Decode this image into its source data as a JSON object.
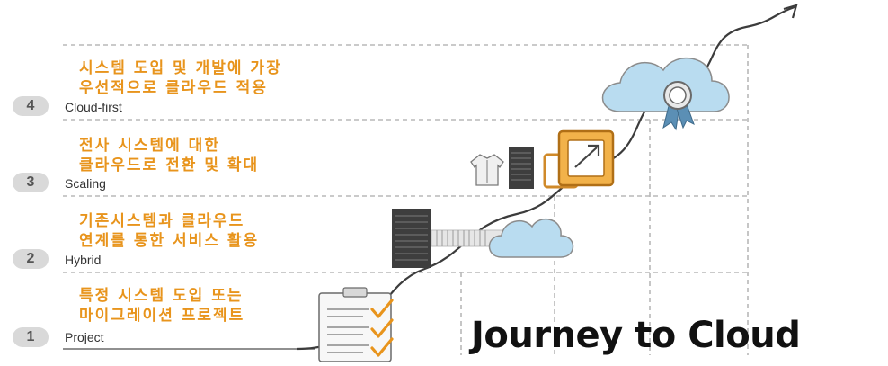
{
  "title": "Journey to Cloud",
  "stages": [
    {
      "number": "1",
      "name": "Project",
      "description": "특정 시스템 도입 또는\n마이그레이션 프로젝트"
    },
    {
      "number": "2",
      "name": "Hybrid",
      "description": "기존시스템과 클라우드\n연계를 통한 서비스 활용"
    },
    {
      "number": "3",
      "name": "Scaling",
      "description": "전사 시스템에 대한\n클라우드로 전환 및 확대"
    },
    {
      "number": "4",
      "name": "Cloud-first",
      "description": "시스템 도입 및 개발에 가장\n우선적으로 클라우드 적용"
    }
  ],
  "icons": [
    "clipboard-checklist-icon",
    "server-rack-icon",
    "cloud-icon",
    "server-rack-icon",
    "shirt-icon",
    "scale-up-icon",
    "cloud-award-icon",
    "growth-arrow-icon"
  ],
  "colors": {
    "accent": "#e8941c",
    "cloud": "#a9d3ec",
    "dash": "#b5b5b5"
  }
}
